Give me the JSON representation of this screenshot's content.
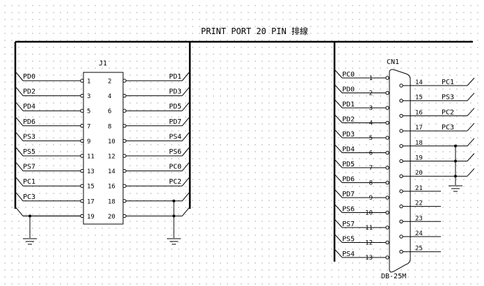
{
  "title": "PRINT PORT 20 PIN 排線",
  "j1": {
    "designator": "J1",
    "pins": [
      {
        "num": "1",
        "signal": "PD0"
      },
      {
        "num": "2",
        "signal": "PD1"
      },
      {
        "num": "3",
        "signal": "PD2"
      },
      {
        "num": "4",
        "signal": "PD3"
      },
      {
        "num": "5",
        "signal": "PD4"
      },
      {
        "num": "6",
        "signal": "PD5"
      },
      {
        "num": "7",
        "signal": "PD6"
      },
      {
        "num": "8",
        "signal": "PD7"
      },
      {
        "num": "9",
        "signal": "PS3"
      },
      {
        "num": "10",
        "signal": "PS4"
      },
      {
        "num": "11",
        "signal": "PS5"
      },
      {
        "num": "12",
        "signal": "PS6"
      },
      {
        "num": "13",
        "signal": "PS7"
      },
      {
        "num": "14",
        "signal": "PC0"
      },
      {
        "num": "15",
        "signal": "PC1"
      },
      {
        "num": "16",
        "signal": "PC2"
      },
      {
        "num": "17",
        "signal": "PC3"
      },
      {
        "num": "18",
        "signal": ""
      },
      {
        "num": "19",
        "signal": ""
      },
      {
        "num": "20",
        "signal": ""
      }
    ]
  },
  "cn1": {
    "designator": "CN1",
    "type": "DB-25M",
    "pins": [
      {
        "num": "1",
        "signal": "PC0"
      },
      {
        "num": "2",
        "signal": "PD0"
      },
      {
        "num": "3",
        "signal": "PD1"
      },
      {
        "num": "4",
        "signal": "PD2"
      },
      {
        "num": "5",
        "signal": "PD3"
      },
      {
        "num": "6",
        "signal": "PD4"
      },
      {
        "num": "7",
        "signal": "PD5"
      },
      {
        "num": "8",
        "signal": "PD6"
      },
      {
        "num": "9",
        "signal": "PD7"
      },
      {
        "num": "10",
        "signal": "PS6"
      },
      {
        "num": "11",
        "signal": "PS7"
      },
      {
        "num": "12",
        "signal": "PS5"
      },
      {
        "num": "13",
        "signal": "PS4"
      },
      {
        "num": "14",
        "signal": "PC1"
      },
      {
        "num": "15",
        "signal": "PS3"
      },
      {
        "num": "16",
        "signal": "PC2"
      },
      {
        "num": "17",
        "signal": "PC3"
      },
      {
        "num": "18",
        "signal": ""
      },
      {
        "num": "19",
        "signal": ""
      },
      {
        "num": "20",
        "signal": ""
      },
      {
        "num": "21",
        "signal": ""
      },
      {
        "num": "22",
        "signal": ""
      },
      {
        "num": "23",
        "signal": ""
      },
      {
        "num": "24",
        "signal": ""
      },
      {
        "num": "25",
        "signal": ""
      }
    ]
  }
}
